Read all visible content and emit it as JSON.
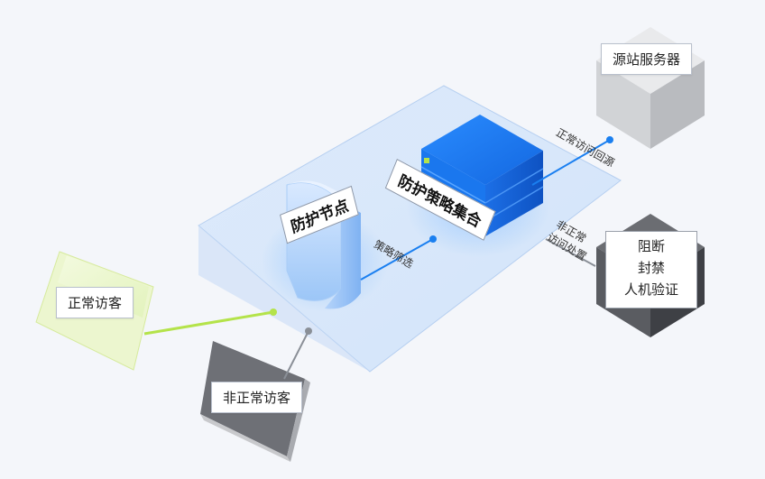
{
  "nodes": {
    "origin_server": "源站服务器",
    "protection_node": "防护节点",
    "policy_set": "防护策略集合",
    "normal_visitor": "正常访客",
    "abnormal_visitor": "非正常访客"
  },
  "edges": {
    "policy_filter": "策略筛选",
    "normal_return": "正常访问回源",
    "abnormal_handling_line1": "非正常",
    "abnormal_handling_line2": "访问处置"
  },
  "actions": [
    "阻断",
    "封禁",
    "人机验证"
  ],
  "colors": {
    "accent": "#1a7ff0",
    "green_line": "#b4e34a",
    "gray_line": "#8a8f97"
  }
}
